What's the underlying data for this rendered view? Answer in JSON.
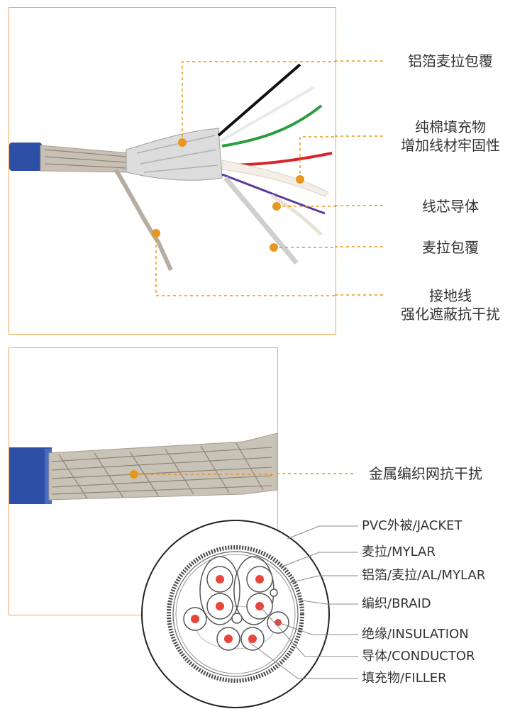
{
  "top_panel": {
    "callouts": [
      {
        "id": "aluminum-foil-mylar",
        "lines": [
          "铝箔麦拉包覆"
        ]
      },
      {
        "id": "cotton-filler",
        "lines": [
          "纯棉填充物",
          "增加线材牢固性"
        ]
      },
      {
        "id": "core-conductor",
        "lines": [
          "线芯导体"
        ]
      },
      {
        "id": "mylar-wrap",
        "lines": [
          "麦拉包覆"
        ]
      },
      {
        "id": "ground-wire",
        "lines": [
          "接地线",
          "强化遮蔽抗干扰"
        ]
      }
    ]
  },
  "bottom_panel": {
    "callout": "金属编织网抗干扰"
  },
  "cross_section": {
    "labels": [
      "PVC外被/JACKET",
      "麦拉/MYLAR",
      "铝箔/麦拉/AL/MYLAR",
      "编织/BRAID",
      "绝缘/INSULATION",
      "导体/CONDUCTOR",
      "填充物/FILLER"
    ]
  },
  "colors": {
    "accent": "#e8961e",
    "frame": "#e8a95c",
    "jacket_blue": "#2d4fa6",
    "conductor_red": "#e8453c"
  }
}
